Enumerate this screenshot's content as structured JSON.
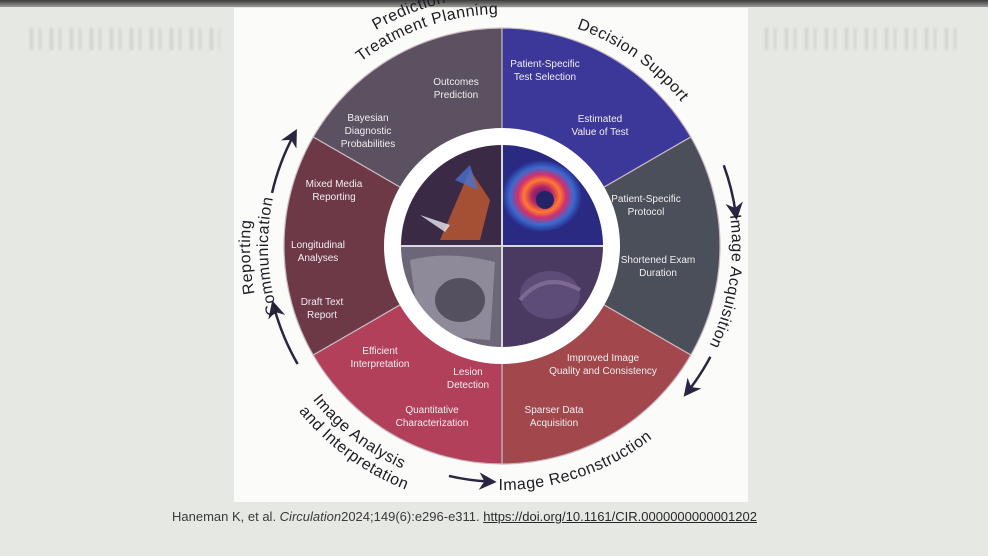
{
  "sectors": [
    {
      "id": "prediction",
      "title_outer": "Prediction",
      "title_inner": "Treatment Planning",
      "color": "#5b5160",
      "items": [
        [
          "Outcomes",
          "Prediction"
        ],
        [
          "Bayesian",
          "Diagnostic",
          "Probabilities"
        ]
      ]
    },
    {
      "id": "decision",
      "title_outer": "Decision Support",
      "color": "#3c3899",
      "items": [
        [
          "Patient-Specific",
          "Test Selection"
        ],
        [
          "Estimated",
          "Value of Test"
        ]
      ]
    },
    {
      "id": "acquisition",
      "title_outer": "Image Acquisition",
      "color": "#4a4f59",
      "items": [
        [
          "Patient-Specific",
          "Protocol"
        ],
        [
          "Shortened Exam",
          "Duration"
        ]
      ]
    },
    {
      "id": "reconstruction",
      "title_outer": "Image Reconstruction",
      "color": "#a2474c",
      "items": [
        [
          "Improved Image",
          "Quality and Consistency"
        ],
        [
          "Sparser Data",
          "Acquisition"
        ]
      ]
    },
    {
      "id": "analysis",
      "title_inner": "Image Analysis",
      "title_outer": "and Interpretation",
      "color": "#b2405a",
      "items": [
        [
          "Efficient",
          "Interpretation"
        ],
        [
          "Lesion",
          "Detection"
        ],
        [
          "Quantitative",
          "Characterization"
        ]
      ]
    },
    {
      "id": "reporting",
      "title_outer": "Reporting",
      "title_inner": "Communication",
      "color": "#6d3947",
      "items": [
        [
          "Mixed Media",
          "Reporting"
        ],
        [
          "Longitudinal",
          "Analyses"
        ],
        [
          "Draft Text",
          "Report"
        ]
      ]
    }
  ],
  "citation": {
    "authors": "Haneman K, et al. ",
    "journal": "Circulation",
    "ref": "2024;149(6):e296-e311. ",
    "link": "https://doi.org/10.1161/CIR.0000000000001202"
  },
  "center_images": [
    "echocardiogram-image",
    "nuclear-perfusion-image",
    "ct-image",
    "mri-image"
  ]
}
